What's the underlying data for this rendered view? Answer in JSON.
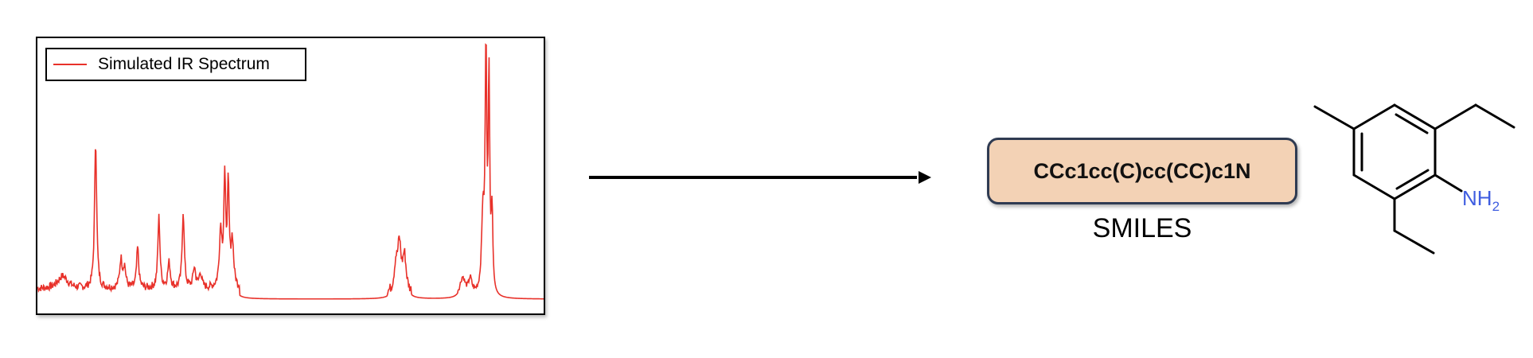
{
  "chart_data": {
    "type": "line",
    "series": [
      {
        "name": "Simulated IR Spectrum",
        "color": "#e8312a",
        "peaks": [
          {
            "x": 0.05,
            "h": 0.05,
            "w": 0.012
          },
          {
            "x": 0.115,
            "h": 0.58,
            "w": 0.0025
          },
          {
            "x": 0.165,
            "h": 0.11,
            "w": 0.003
          },
          {
            "x": 0.172,
            "h": 0.08,
            "w": 0.003
          },
          {
            "x": 0.198,
            "h": 0.16,
            "w": 0.0025
          },
          {
            "x": 0.24,
            "h": 0.28,
            "w": 0.0025
          },
          {
            "x": 0.26,
            "h": 0.1,
            "w": 0.003
          },
          {
            "x": 0.288,
            "h": 0.3,
            "w": 0.0025
          },
          {
            "x": 0.31,
            "h": 0.08,
            "w": 0.003
          },
          {
            "x": 0.322,
            "h": 0.06,
            "w": 0.003
          },
          {
            "x": 0.37,
            "h": 0.41,
            "w": 0.0022
          },
          {
            "x": 0.377,
            "h": 0.38,
            "w": 0.0022
          },
          {
            "x": 0.362,
            "h": 0.22,
            "w": 0.003
          },
          {
            "x": 0.385,
            "h": 0.18,
            "w": 0.003
          },
          {
            "x": 0.715,
            "h": 0.18,
            "w": 0.004
          },
          {
            "x": 0.725,
            "h": 0.14,
            "w": 0.004
          },
          {
            "x": 0.708,
            "h": 0.1,
            "w": 0.004
          },
          {
            "x": 0.84,
            "h": 0.07,
            "w": 0.006
          },
          {
            "x": 0.855,
            "h": 0.06,
            "w": 0.004
          },
          {
            "x": 0.886,
            "h": 0.95,
            "w": 0.0018
          },
          {
            "x": 0.892,
            "h": 0.82,
            "w": 0.0018
          },
          {
            "x": 0.88,
            "h": 0.3,
            "w": 0.003
          },
          {
            "x": 0.898,
            "h": 0.3,
            "w": 0.002
          }
        ]
      }
    ],
    "xlabel": "",
    "ylabel": "",
    "legend_position": "top-left",
    "grid": false
  },
  "legend": {
    "label": "Simulated IR Spectrum"
  },
  "smiles": {
    "string": "CCc1cc(C)cc(CC)c1N",
    "caption": "SMILES"
  },
  "molecule": {
    "amine_label": "NH",
    "amine_subscript": "2",
    "amine_color": "#3f5de0"
  },
  "colors": {
    "spectrum": "#e8312a",
    "smiles_box_fill": "#f3d2b5",
    "smiles_box_border": "#2f3b52"
  }
}
